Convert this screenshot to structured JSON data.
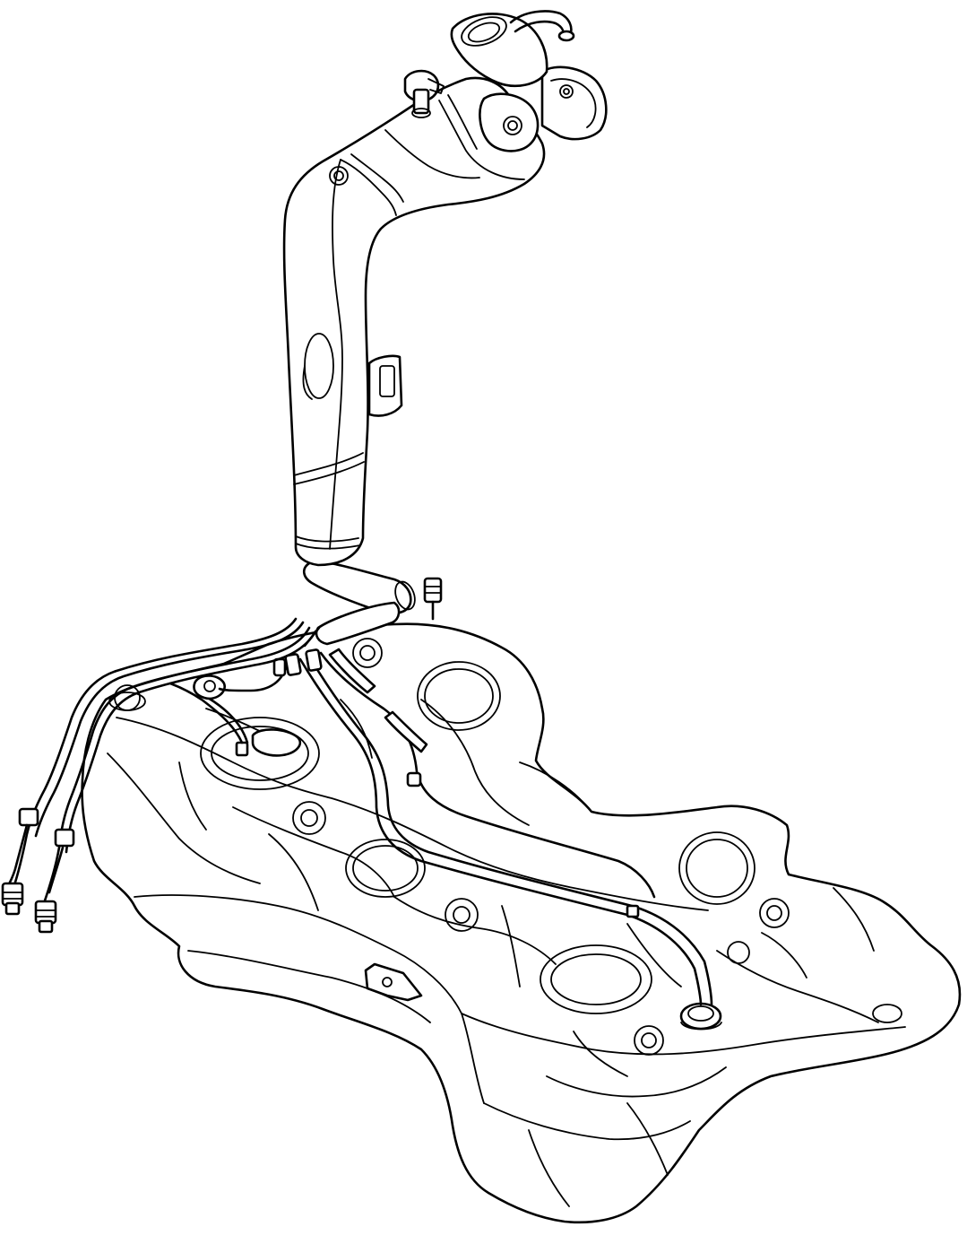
{
  "diagram": {
    "components": [
      {
        "name": "filler-neck"
      },
      {
        "name": "filler-cap-housing"
      },
      {
        "name": "vent-hose"
      },
      {
        "name": "fuel-tank"
      },
      {
        "name": "fuel-pump-sender"
      },
      {
        "name": "fuel-lines"
      },
      {
        "name": "mounting-bracket"
      }
    ]
  },
  "style": {
    "line_color": "#000000",
    "background": "#ffffff"
  }
}
